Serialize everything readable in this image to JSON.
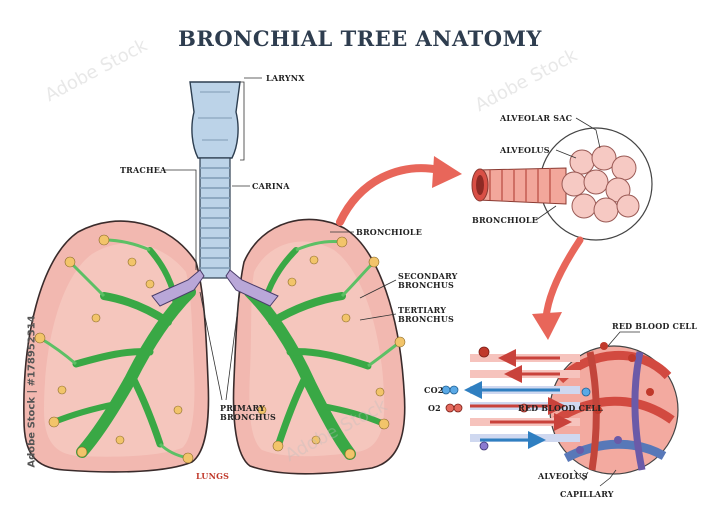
{
  "title": "BRONCHIAL TREE ANATOMY",
  "labels": {
    "larynx": "LARYNX",
    "trachea": "TRACHEA",
    "carina": "CARINA",
    "bronchiole": "BRONCHIOLE",
    "secondary_bronchus_line1": "SECONDARY",
    "secondary_bronchus_line2": "BRONCHUS",
    "tertiary_bronchus_line1": "TERTIARY",
    "tertiary_bronchus_line2": "BRONCHUS",
    "primary_bronchus_line1": "PRIMARY",
    "primary_bronchus_line2": "BRONCHUS",
    "lungs": "LUNGS",
    "alveolar_sac": "ALVEOLAR SAC",
    "alveolus_top": "ALVEOLUS",
    "bronchiole_inset": "BRONCHIOLE",
    "red_blood_cell_top": "RED BLOOD CELL",
    "red_blood_cell_mid": "RED BLOOD CELL",
    "co2": "CO2",
    "o2": "O2",
    "alveolus_bottom": "ALVEOLUS",
    "capillary": "CAPILLARY"
  },
  "side_credit": "Adobe Stock | #178952314",
  "colors": {
    "lung_fill": "#f2b8b0",
    "lung_stroke": "#3a2b2b",
    "airway_green": "#39a845",
    "branch_yellow": "#f2c46a",
    "trachea_blue": "#bcd3e8",
    "bronchus_purple": "#b9a7d8",
    "arrow_red": "#e8665a",
    "title_navy": "#2e3d4f"
  }
}
